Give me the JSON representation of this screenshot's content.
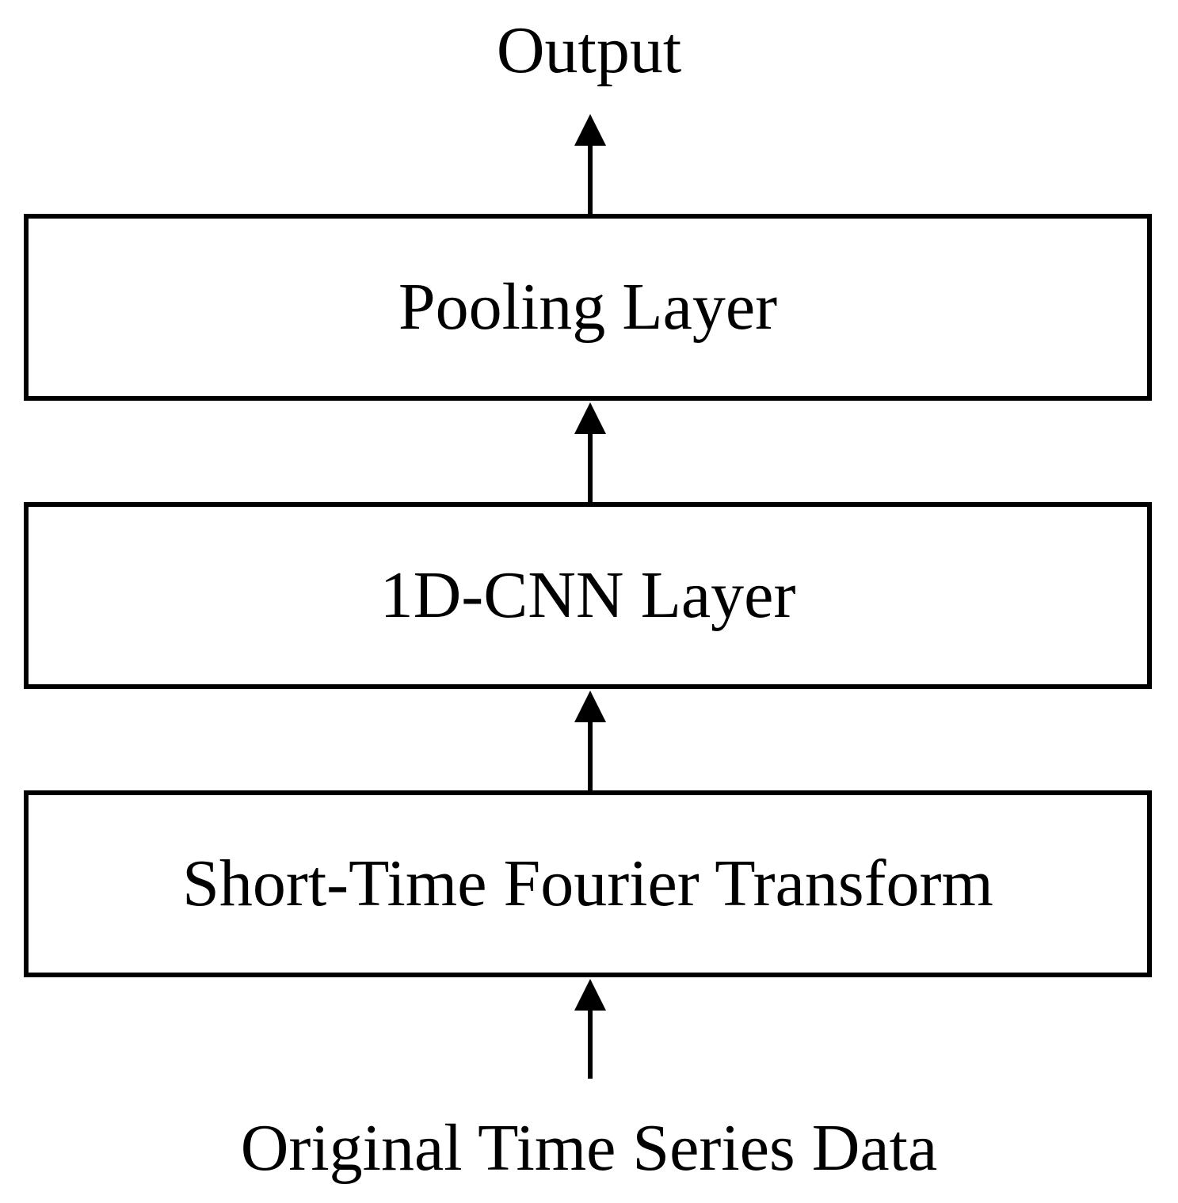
{
  "diagram": {
    "output_label": "Output",
    "input_label": "Original Time Series Data",
    "layers": [
      {
        "name": "pooling",
        "label": "Pooling Layer"
      },
      {
        "name": "cnn",
        "label": "1D-CNN Layer"
      },
      {
        "name": "stft",
        "label": "Short-Time Fourier Transform"
      }
    ],
    "colors": {
      "stroke": "#000000",
      "background": "#ffffff"
    }
  }
}
